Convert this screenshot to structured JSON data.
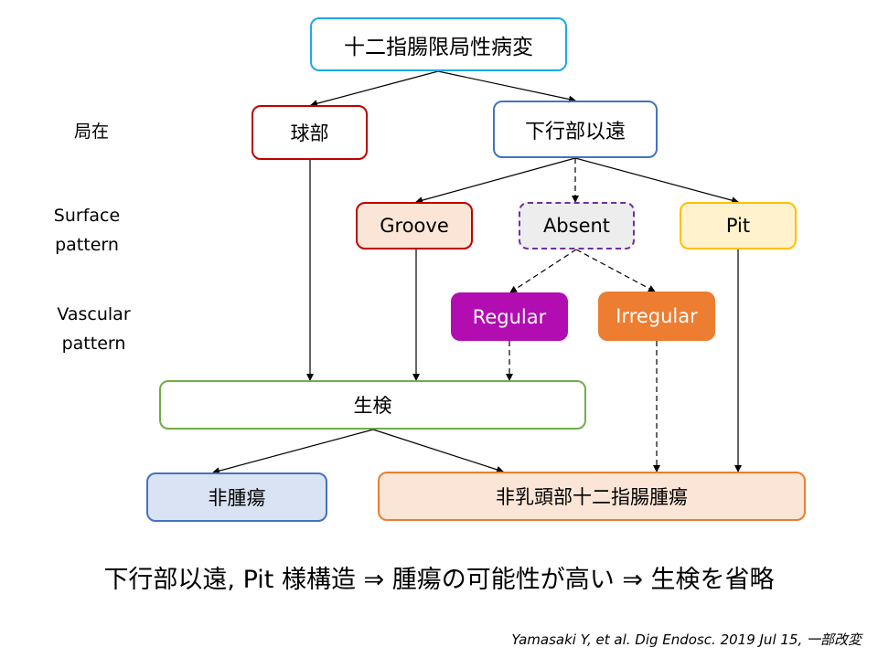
{
  "row_labels": {
    "location": "局在",
    "surface": [
      "Surface",
      "pattern"
    ],
    "vascular": [
      "Vascular",
      "pattern"
    ]
  },
  "nodes": {
    "top": "十二指腸限局性病変",
    "bulb": "球部",
    "distal": "下行部以遠",
    "groove": "Groove",
    "absent": "Absent",
    "pit": "Pit",
    "regular": "Regular",
    "irregular": "Irregular",
    "biopsy": "生検",
    "non_neoplastic": "非腫瘍",
    "neoplastic": "非乳頭部十二指腸腫瘍"
  },
  "edges": [
    {
      "from": "top",
      "to": "bulb",
      "style": "solid"
    },
    {
      "from": "top",
      "to": "distal",
      "style": "solid"
    },
    {
      "from": "distal",
      "to": "groove",
      "style": "solid"
    },
    {
      "from": "distal",
      "to": "absent",
      "style": "dashed"
    },
    {
      "from": "distal",
      "to": "pit",
      "style": "solid"
    },
    {
      "from": "absent",
      "to": "regular",
      "style": "dashed"
    },
    {
      "from": "absent",
      "to": "irregular",
      "style": "dashed"
    },
    {
      "from": "bulb",
      "to": "biopsy",
      "style": "solid"
    },
    {
      "from": "groove",
      "to": "biopsy",
      "style": "solid"
    },
    {
      "from": "regular",
      "to": "biopsy",
      "style": "dashed"
    },
    {
      "from": "irregular",
      "to": "neoplastic",
      "style": "dashed"
    },
    {
      "from": "pit",
      "to": "neoplastic",
      "style": "solid"
    },
    {
      "from": "biopsy",
      "to": "non_neoplastic",
      "style": "solid"
    },
    {
      "from": "biopsy",
      "to": "neoplastic",
      "style": "solid"
    }
  ],
  "conclusion": "下行部以遠, Pit 様構造 ⇒ 腫瘍の可能性が高い ⇒ 生検を省略",
  "citation": "Yamasaki Y, et al. Dig Endosc. 2019 Jul 15, 一部改変"
}
